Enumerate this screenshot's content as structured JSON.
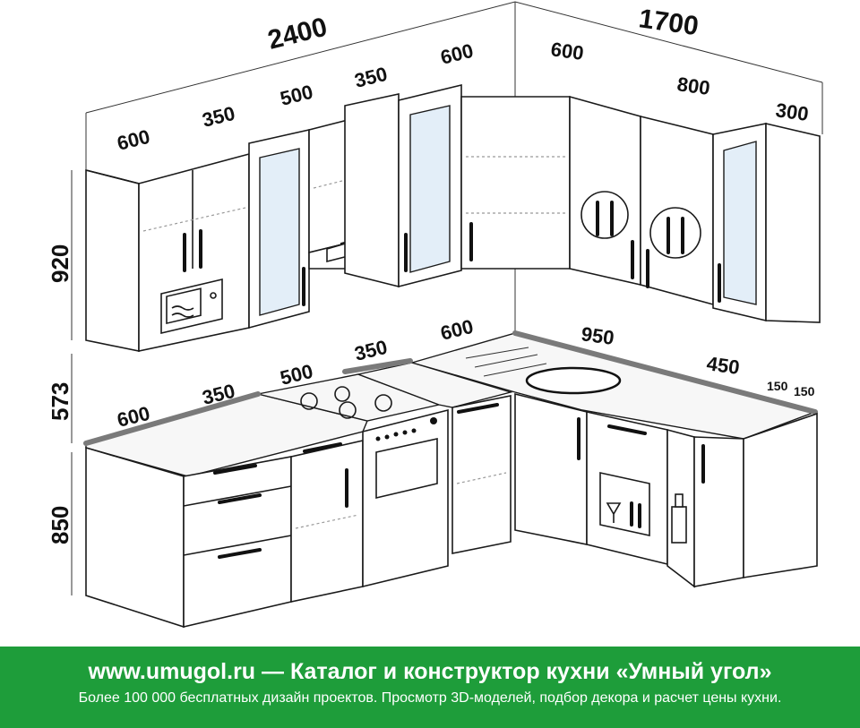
{
  "dimensions": {
    "width_left_total": "2400",
    "width_right_total": "1700",
    "upper_left_600": "600",
    "upper_left_350a": "350",
    "upper_left_500": "500",
    "upper_left_350b": "350",
    "upper_left_600b": "600",
    "upper_right_600": "600",
    "upper_right_800": "800",
    "upper_right_300": "300",
    "height_upper": "920",
    "height_gap": "573",
    "height_lower": "850",
    "lower_left_600": "600",
    "lower_left_350a": "350",
    "lower_left_500": "500",
    "lower_left_350b": "350",
    "lower_left_600b": "600",
    "lower_right_950": "950",
    "lower_right_450": "450",
    "lower_right_150a": "150",
    "lower_right_150b": "150"
  },
  "footer": {
    "title": "www.umugol.ru — Каталог и конструктор кухни «Умный угол»",
    "subtitle": "Более 100 000 бесплатных дизайн проектов. Просмотр 3D-моделей, подбор декора и расчет цены кухни."
  }
}
